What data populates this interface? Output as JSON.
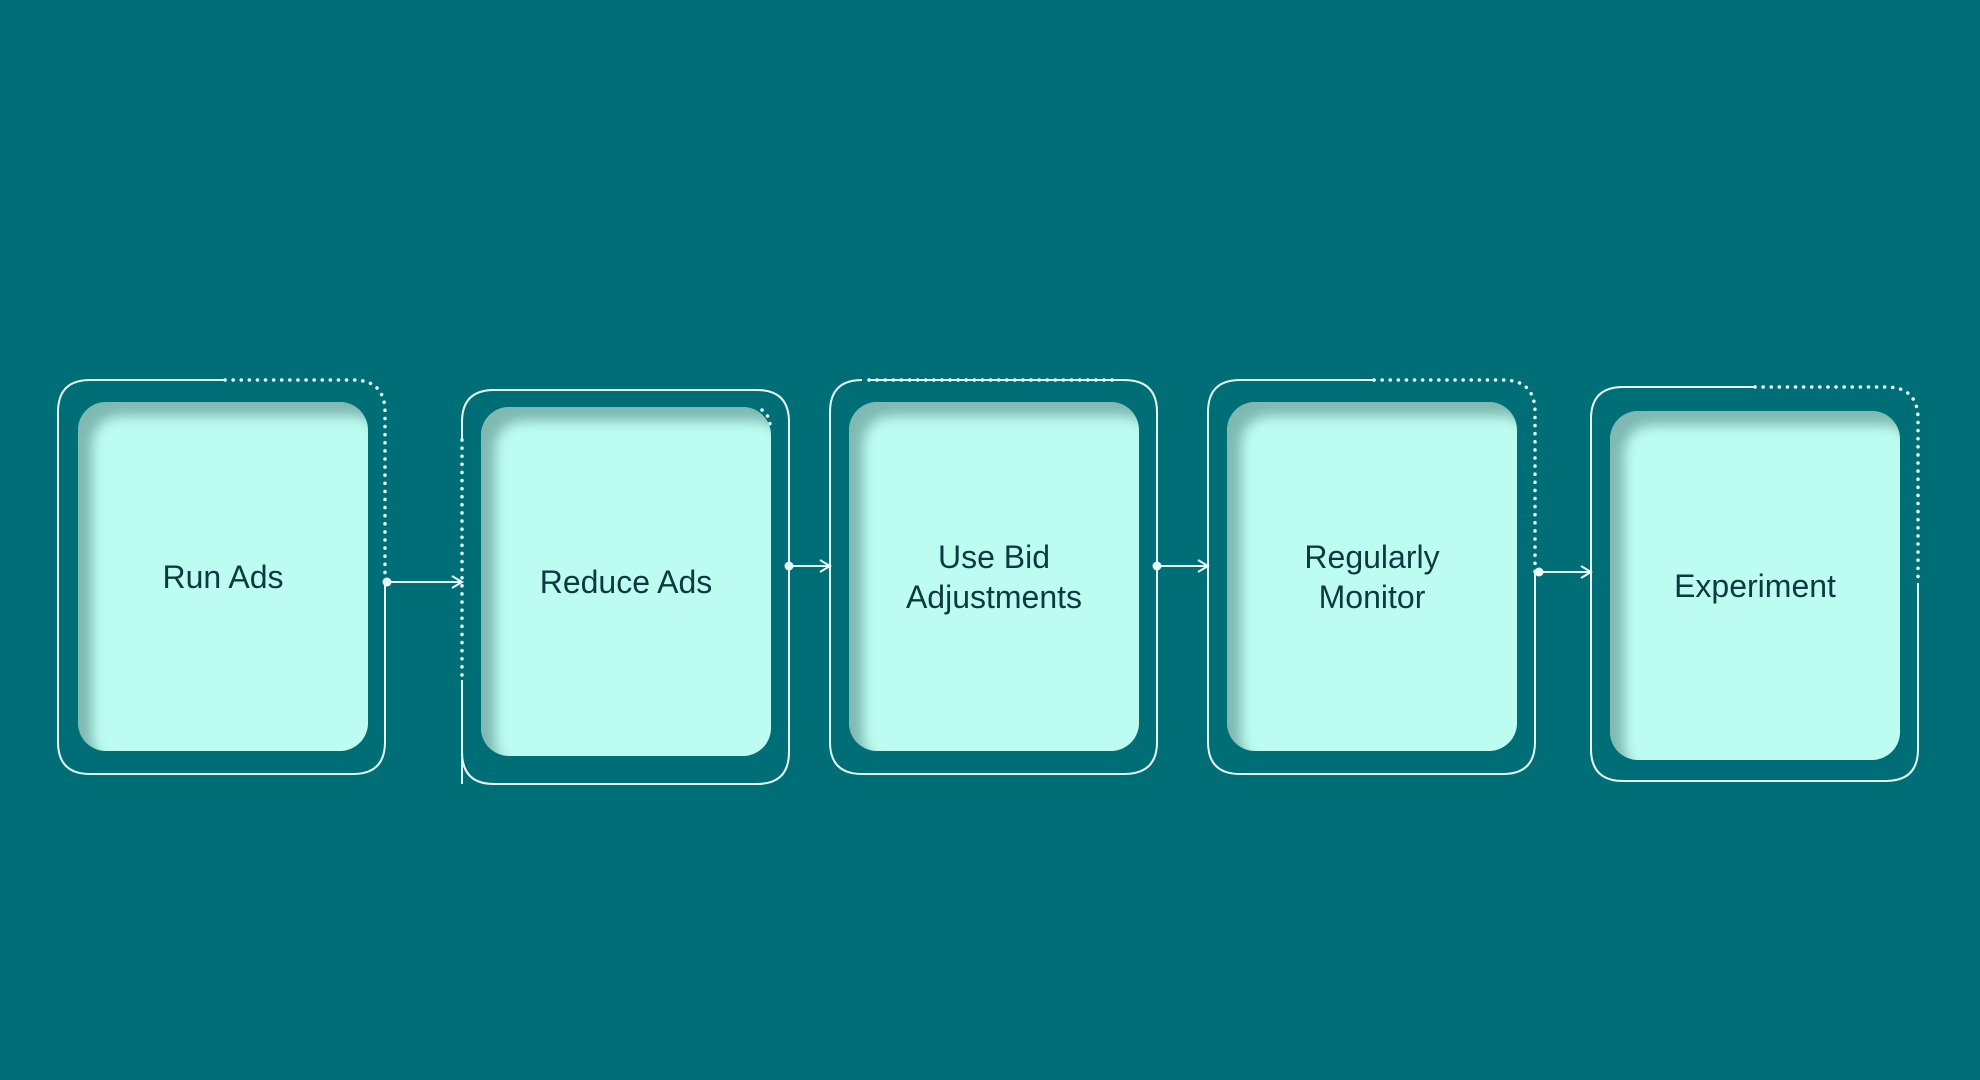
{
  "colors": {
    "background": "#006e76",
    "card_fill": "#bdfdf1",
    "card_text": "#0c3a40",
    "outline": "#e7fbf8"
  },
  "steps": [
    {
      "label": "Run Ads"
    },
    {
      "label": "Reduce Ads"
    },
    {
      "label": "Use Bid\nAdjustments"
    },
    {
      "label": "Regularly\nMonitor"
    },
    {
      "label": "Experiment"
    }
  ]
}
